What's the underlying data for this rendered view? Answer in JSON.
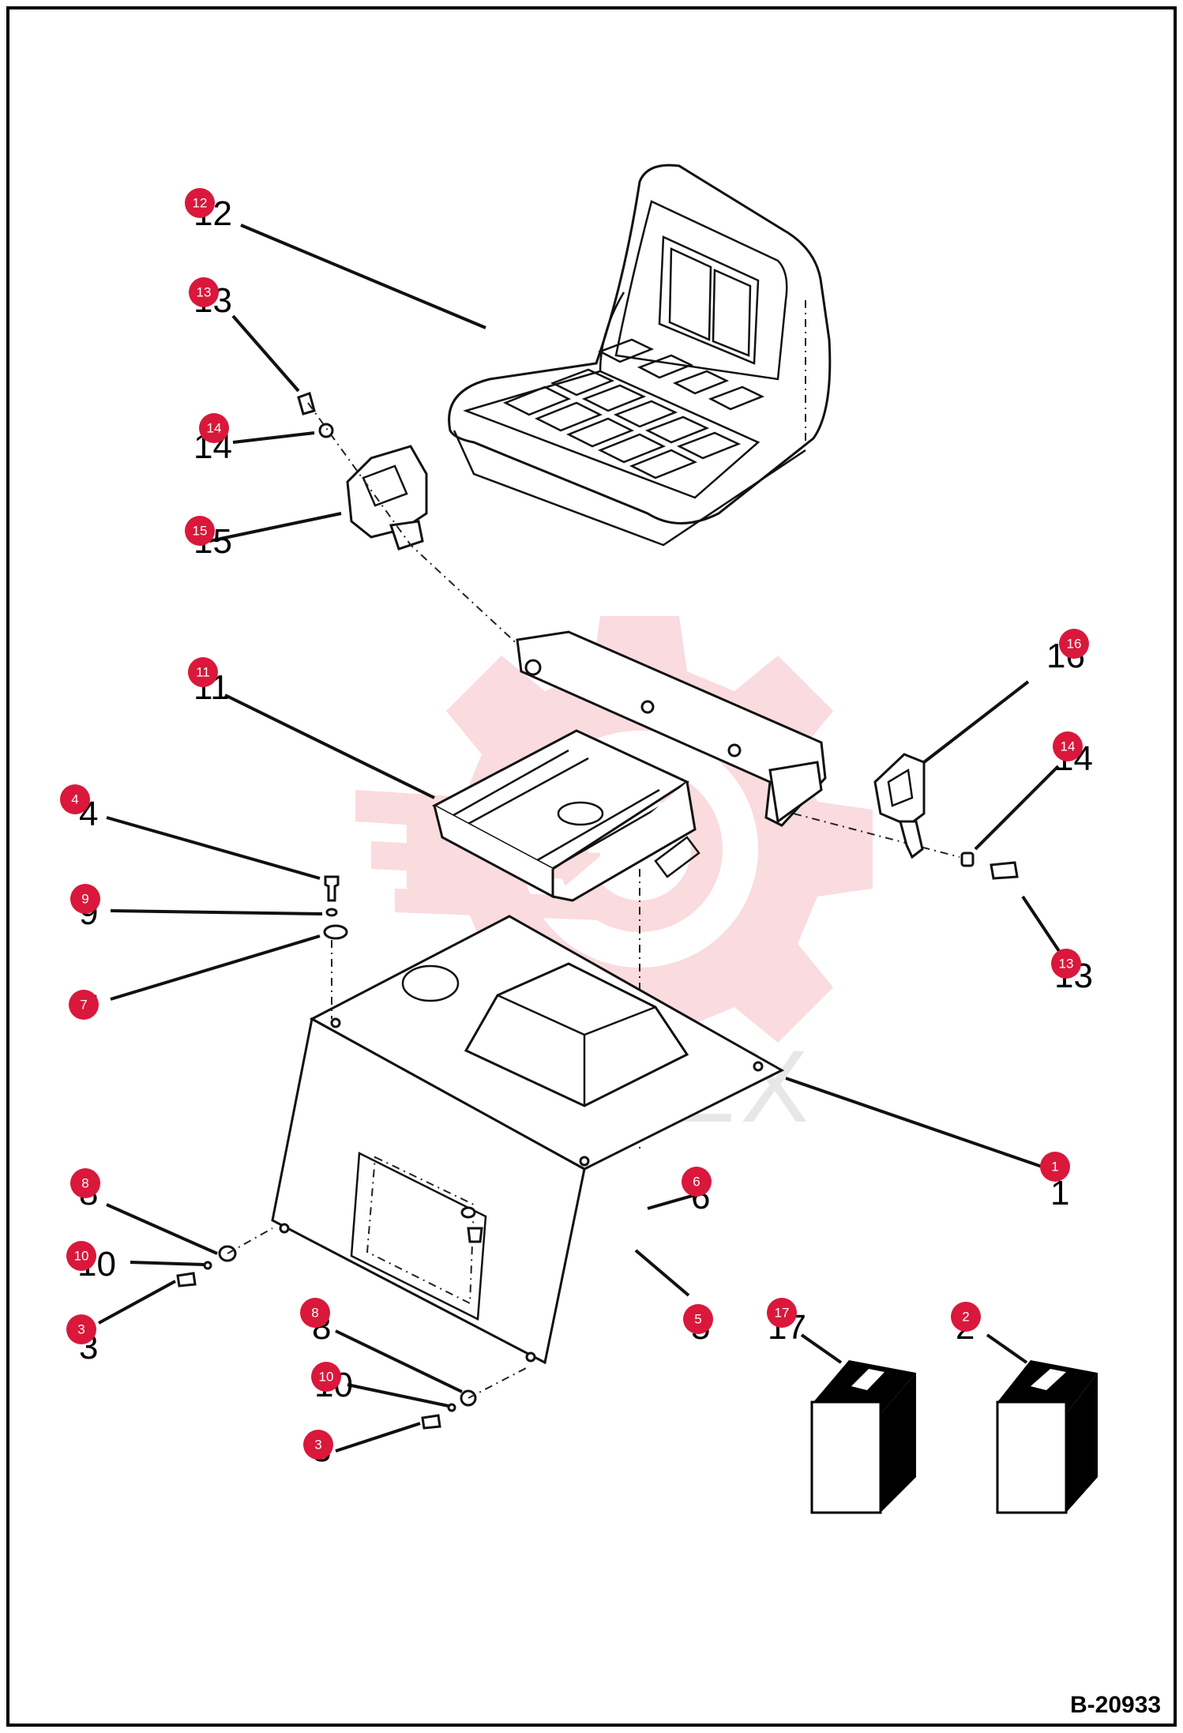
{
  "document": {
    "figure_code": "B-20933",
    "watermark_text": "ИНТЕХ"
  },
  "colors": {
    "callout": "#d9183b",
    "callout_text": "#ffffff",
    "line": "#111111",
    "watermark": "#f4b0b8"
  },
  "parts": [
    {
      "id": "p1",
      "name": "seat-base-pan",
      "label": "1",
      "callout": "1"
    },
    {
      "id": "p2",
      "name": "decal-2",
      "label": "2",
      "callout": "2"
    },
    {
      "id": "p3a",
      "name": "bolt-3-left",
      "label": "3",
      "callout": "3"
    },
    {
      "id": "p3b",
      "name": "bolt-3-bottom",
      "label": "3",
      "callout": "3"
    },
    {
      "id": "p4",
      "name": "bolt-4",
      "label": "4",
      "callout": "4"
    },
    {
      "id": "p5",
      "name": "bolt-5",
      "label": "5",
      "callout": "5"
    },
    {
      "id": "p6",
      "name": "nut-6",
      "label": "6",
      "callout": "6"
    },
    {
      "id": "p7",
      "name": "washer-7",
      "label": "7",
      "callout": "7"
    },
    {
      "id": "p8a",
      "name": "washer-8-left",
      "label": "8",
      "callout": "8"
    },
    {
      "id": "p8b",
      "name": "washer-8-bottom",
      "label": "8",
      "callout": "8"
    },
    {
      "id": "p9",
      "name": "lockwasher-9",
      "label": "9",
      "callout": "9"
    },
    {
      "id": "p10a",
      "name": "lockwasher-10-left",
      "label": "10",
      "callout": "10"
    },
    {
      "id": "p10b",
      "name": "lockwasher-10-bottom",
      "label": "10",
      "callout": "10"
    },
    {
      "id": "p11",
      "name": "seat-slide",
      "label": "11",
      "callout": "11"
    },
    {
      "id": "p12",
      "name": "seat",
      "label": "12",
      "callout": "12"
    },
    {
      "id": "p13a",
      "name": "bolt-13-left",
      "label": "13",
      "callout": "13"
    },
    {
      "id": "p13b",
      "name": "bolt-13-right",
      "label": "13",
      "callout": "13"
    },
    {
      "id": "p14a",
      "name": "washer-14-left",
      "label": "14",
      "callout": "14"
    },
    {
      "id": "p14b",
      "name": "washer-14-right",
      "label": "14",
      "callout": "14"
    },
    {
      "id": "p15",
      "name": "bracket-15",
      "label": "15",
      "callout": "15"
    },
    {
      "id": "p16",
      "name": "bracket-16",
      "label": "16",
      "callout": "16"
    },
    {
      "id": "p17",
      "name": "decal-17",
      "label": "17",
      "callout": "17"
    }
  ]
}
